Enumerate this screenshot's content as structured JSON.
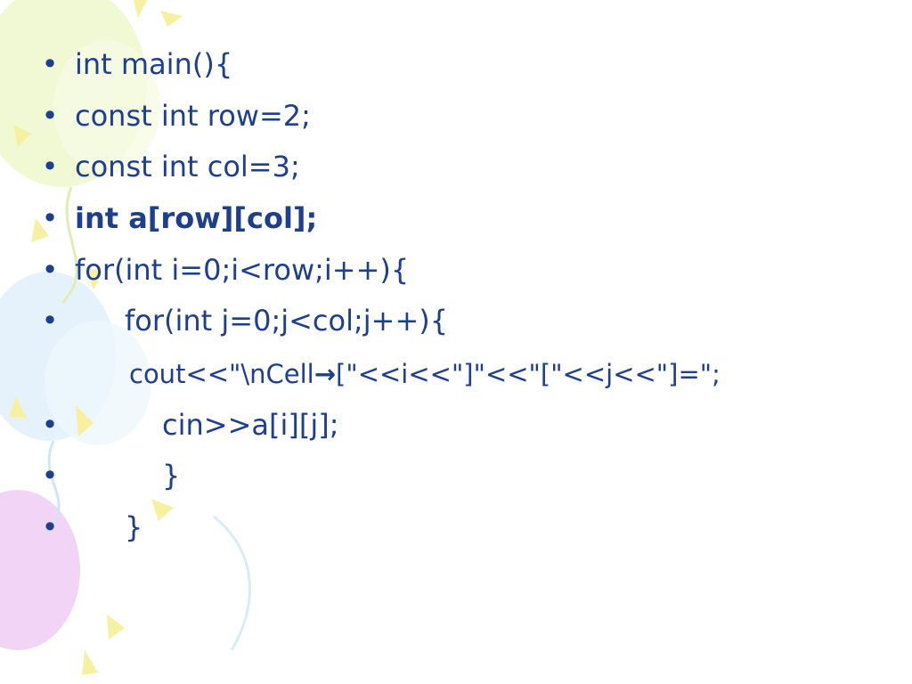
{
  "slide": {
    "bullet_glyph": "•",
    "lines": [
      {
        "text": "int main(){"
      },
      {
        "text": "const int row=2;"
      },
      {
        "text": "const int col=3;"
      },
      {
        "text": "int a[row][col];"
      },
      {
        "text": "for(int i=0;i<row;i++){"
      },
      {
        "text": "for(int j=0;j<col;j++){"
      },
      {
        "text_before_arrow": "cout<<\"\\nCell",
        "arrow": "→",
        "text_after_arrow": "[\"<<i<<\"]\"<<\"[\"<<j<<\"]=\";"
      },
      {
        "text": "cin>>a[i][j];"
      },
      {
        "text": "}"
      },
      {
        "text": "}"
      }
    ]
  },
  "colors": {
    "text": "#1e3f8e",
    "balloon_green": "#e9f6c4",
    "balloon_blue": "#d7ecfb",
    "balloon_purple": "#ecc9f3",
    "streamer_yellow": "#f7f3a3"
  }
}
